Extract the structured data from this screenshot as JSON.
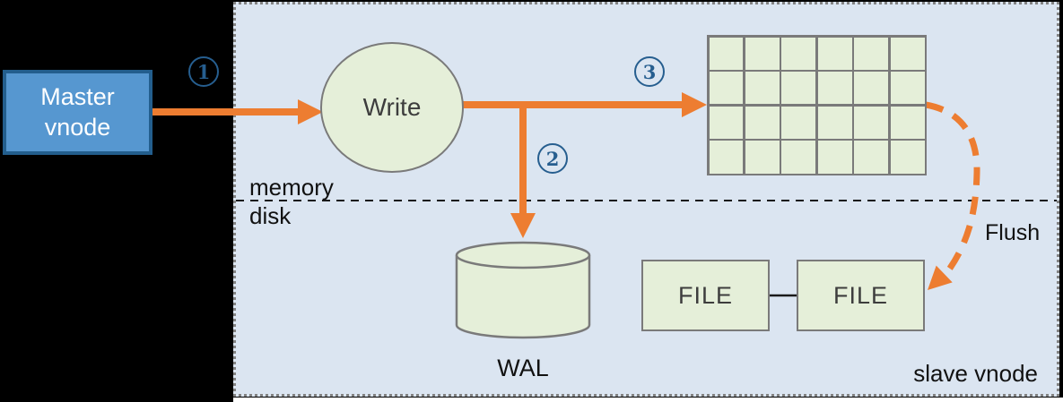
{
  "diagram": {
    "master_node": {
      "label": "Master vnode"
    },
    "steps": [
      "1",
      "2",
      "3"
    ],
    "panel": {
      "write_label": "Write",
      "memory_label": "memory",
      "disk_label": "disk",
      "wal_label": "WAL",
      "flush_label": "Flush",
      "slave_label": "slave vnode",
      "file_boxes": [
        "FILE",
        "FILE"
      ]
    },
    "mem_table": {
      "rows": 4,
      "cols": 6
    },
    "colors": {
      "background": "#000000",
      "panel_bg": "#dbe5f1",
      "master_fill": "#5697d0",
      "master_border": "#235e8d",
      "shape_fill": "#e5efd9",
      "shape_border": "#7a7a7a",
      "arrow": "#ed7d31",
      "step_badge": "#265e8f"
    }
  }
}
